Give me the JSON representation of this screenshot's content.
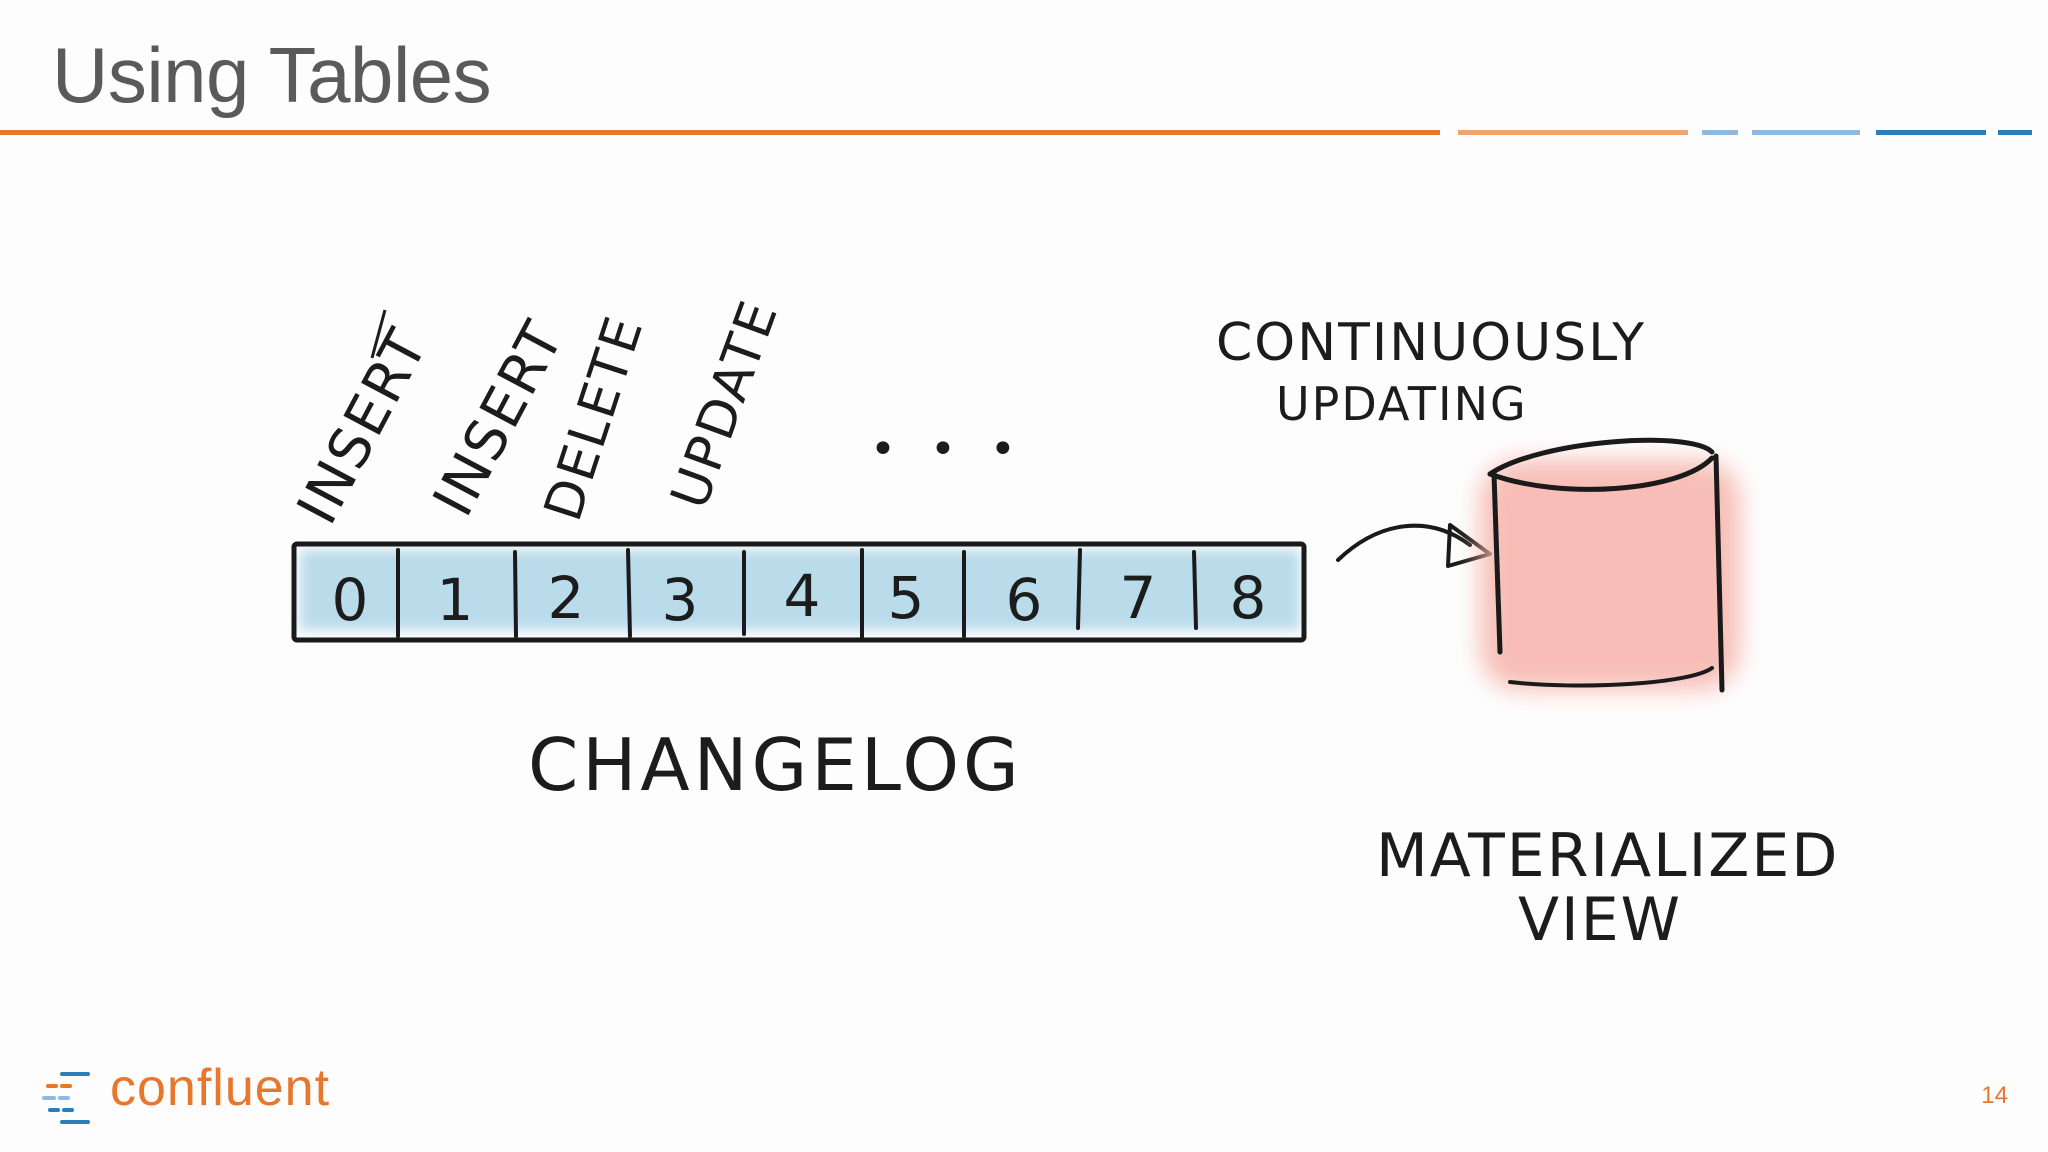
{
  "slide": {
    "title": "Using Tables",
    "page_number": "14"
  },
  "diagram": {
    "operations": [
      "INSERT",
      "INSERT",
      "DELETE",
      "UPDATE"
    ],
    "ellipsis": "• • •",
    "cells": [
      "0",
      "1",
      "2",
      "3",
      "4",
      "5",
      "6",
      "7",
      "8"
    ],
    "changelog_label": "CHANGELOG",
    "continuous_label_line1": "CONTINUOUSLY",
    "continuous_label_line2": "UPDATING",
    "view_label_line1": "MATERIALIZED",
    "view_label_line2": "VIEW"
  },
  "logo": {
    "text": "confluent"
  },
  "colors": {
    "accent_orange": "#e8772e",
    "light_blue": "#8fb9e0",
    "dark_blue": "#2a7fb8",
    "log_fill": "#a9d3e6",
    "cylinder_fill": "#f6b3aa"
  }
}
